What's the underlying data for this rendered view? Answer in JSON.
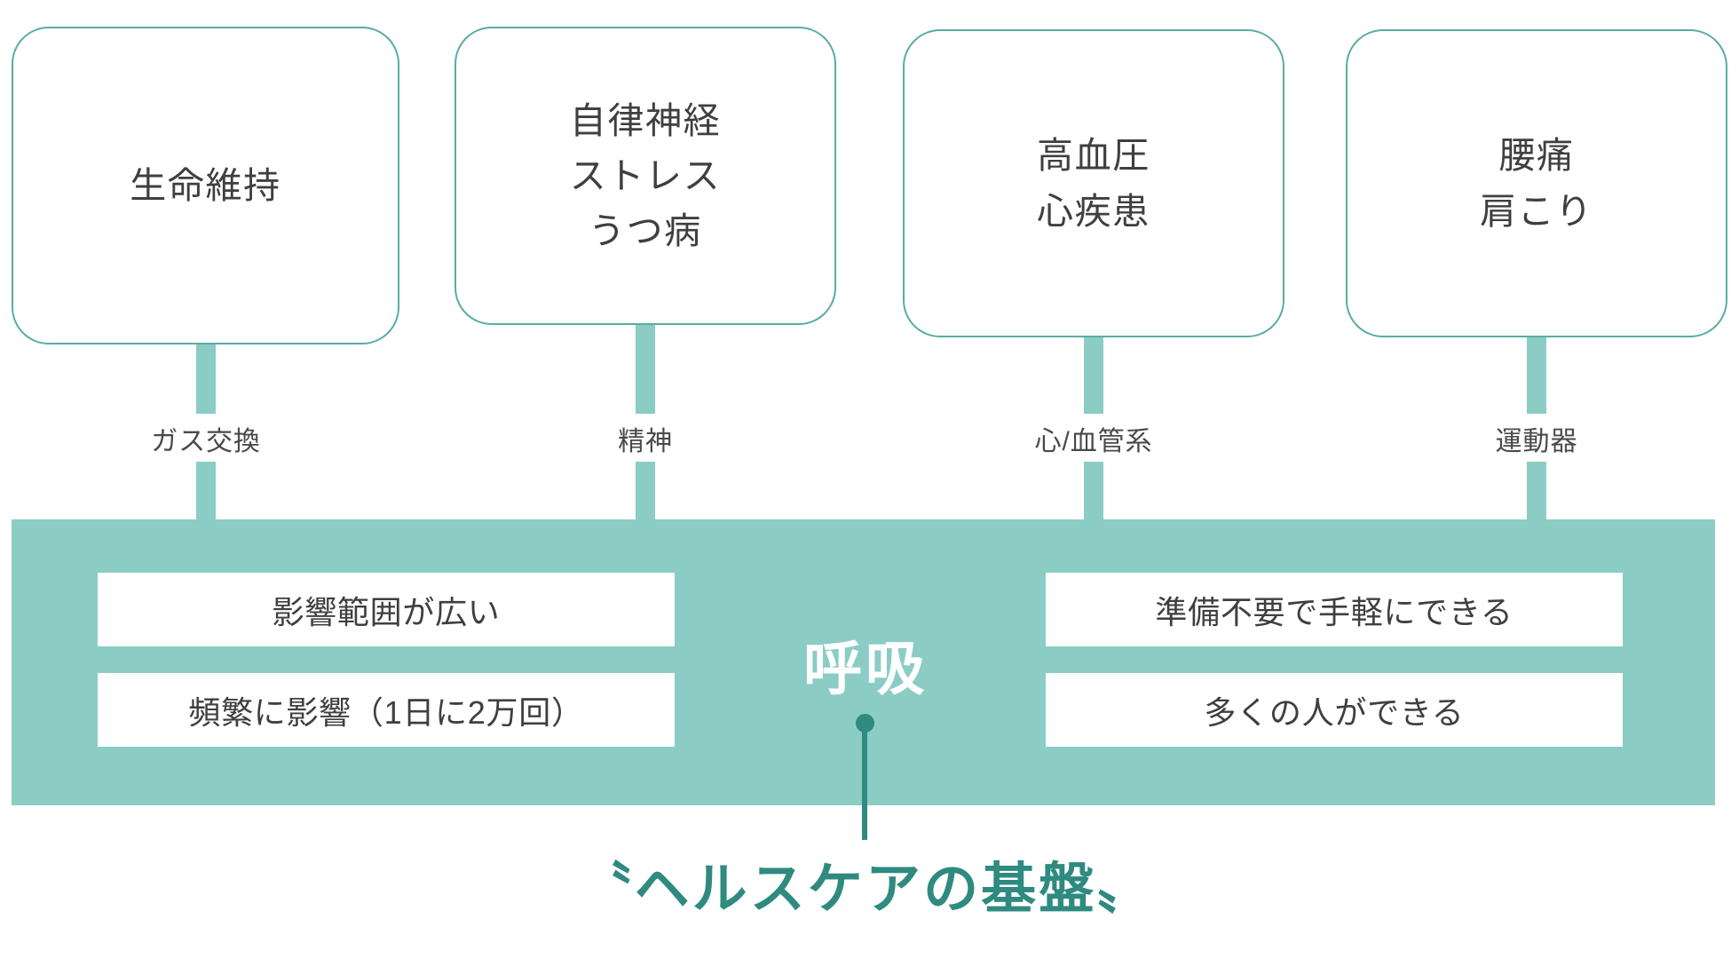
{
  "diagram": {
    "title_center": "呼吸",
    "caption_bottom": "〝ヘルスケアの基盤〟",
    "colors": {
      "band_teal": "#8BCCC5",
      "accent_dark_teal": "#2F8A80",
      "box_border": "#5AACA4",
      "text_dark": "#3F3F3F",
      "white": "#FFFFFF"
    }
  },
  "top_boxes": [
    {
      "id": "life-support",
      "lines": [
        "生命維持"
      ],
      "stem_label": "ガス交換"
    },
    {
      "id": "autonomic-mental",
      "lines": [
        "自律神経",
        "ストレス",
        "うつ病"
      ],
      "stem_label": "精神"
    },
    {
      "id": "cardiovascular",
      "lines": [
        "高血圧",
        "心疾患"
      ],
      "stem_label": "心/血管系"
    },
    {
      "id": "musculoskeletal",
      "lines": [
        "腰痛",
        "肩こり"
      ],
      "stem_label": "運動器"
    }
  ],
  "band_chips_left": [
    "影響範囲が広い",
    "頻繁に影響（1日に2万回）"
  ],
  "band_chips_right": [
    "準備不要で手軽にできる",
    "多くの人ができる"
  ]
}
